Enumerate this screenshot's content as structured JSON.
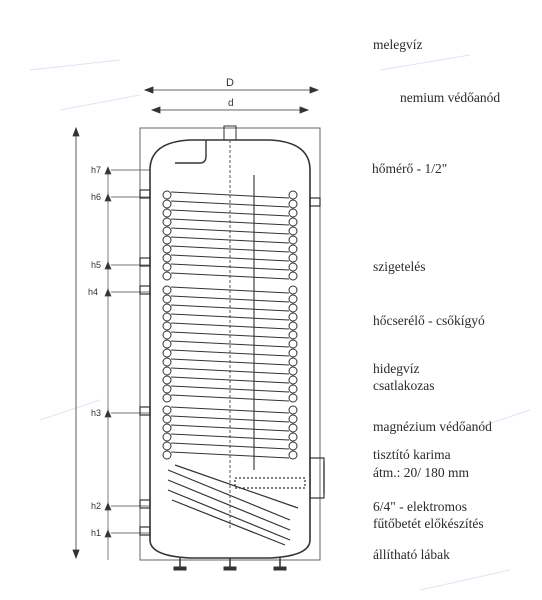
{
  "dimensions": {
    "outer": "D",
    "inner": "d",
    "heights": [
      "h7",
      "h6",
      "h5",
      "h4",
      "h3",
      "h2",
      "h1"
    ]
  },
  "labels": {
    "hot_water": "melegvíz",
    "anode_top": "nemium védőanód",
    "thermometer": "hőmérő - 1/2\"",
    "insulation": "szigetelés",
    "heat_exchanger": "hőcserélő - csőkígyó",
    "cold_water_1": "hidegvíz",
    "cold_water_2": "csatlakozas",
    "magnesium_anode": "magnézium védőanód",
    "flange_1": "tisztító karima",
    "flange_2": "átm.:  20/ 180 mm",
    "heater_1": "6/4\" - elektromos",
    "heater_2": "fűtőbetét előkészítés",
    "feet": "állítható lábak"
  }
}
